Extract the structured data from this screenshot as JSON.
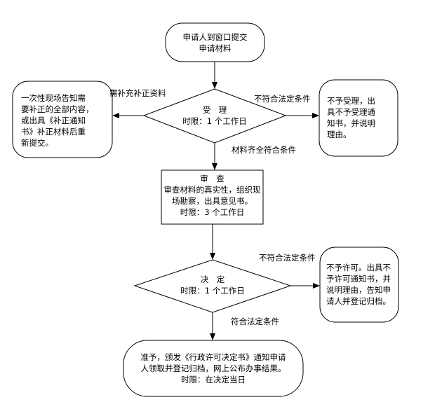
{
  "nodes": {
    "start": {
      "lines": [
        "申请人到窗口提交",
        "申请材料"
      ]
    },
    "supplement": {
      "lines": [
        "一次性现场告知需",
        "要补正的全部内容，",
        "或出具《补正通知",
        "书》补正材料后重",
        "新提交。"
      ]
    },
    "accept": {
      "lines": [
        "受　理",
        "时限：1 个工作日"
      ]
    },
    "reject1": {
      "lines": [
        "不予受理，出",
        "具不予受理通",
        "知书，并说明",
        "理由。"
      ]
    },
    "review": {
      "lines": [
        "审　查",
        "审查材料的真实性，组织现",
        "场勘察，出具意见书。",
        "时限：3 个工作日"
      ]
    },
    "decide": {
      "lines": [
        "决　定",
        "时限：1 个工作日"
      ]
    },
    "reject2": {
      "lines": [
        "不予许可。出具不",
        "予许可通知书，并",
        "说明理由，告知申",
        "请人并登记归档。"
      ]
    },
    "approve": {
      "lines": [
        "准予，颁发《行政许可决定书》通知申请",
        "人领取并登记归档，网上公布办事结果。",
        "时限：在决定当日"
      ]
    }
  },
  "edges": {
    "need_supplement": "需补充补正资料",
    "not_legal_1": "不符合法定条件",
    "complete": "材料齐全符合条件",
    "not_legal_2": "不符合法定条件",
    "legal": "符合法定条件"
  }
}
